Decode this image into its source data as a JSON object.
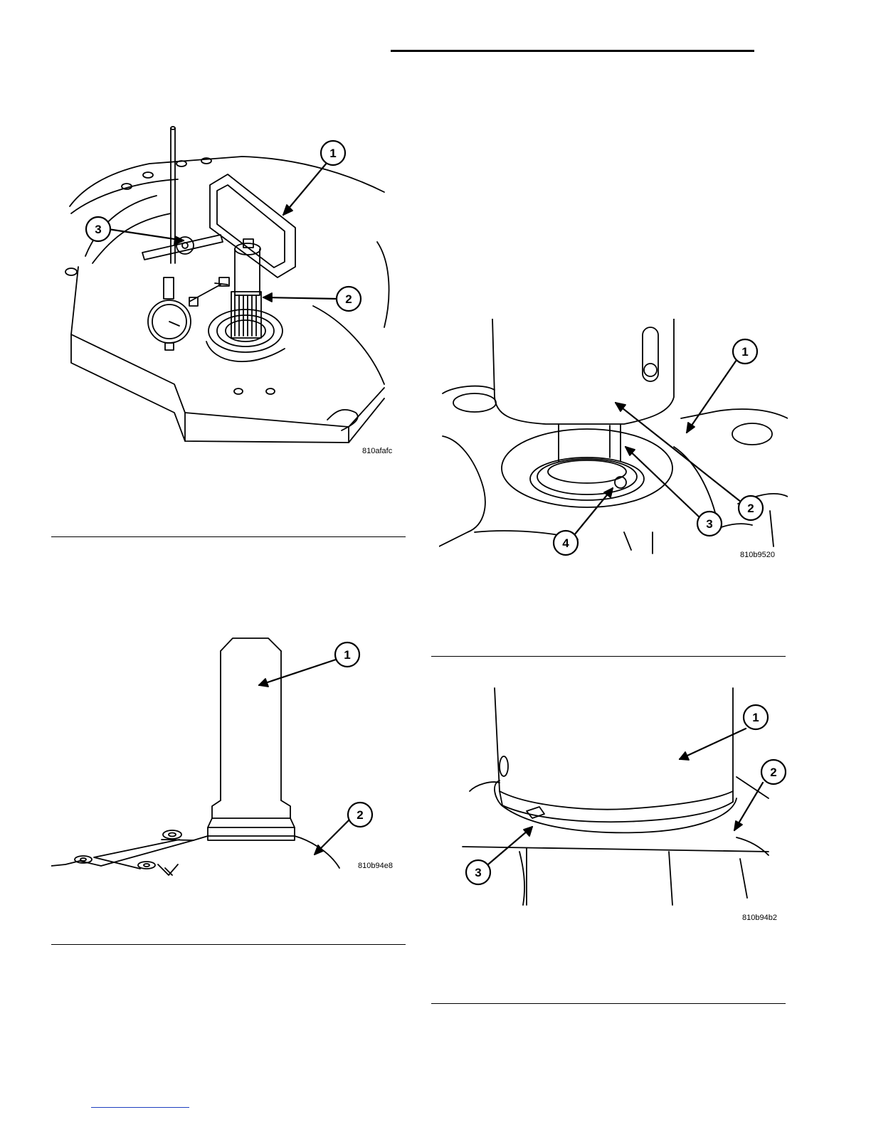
{
  "figures": [
    {
      "code": "810afafc",
      "callouts": [
        "1",
        "2",
        "3"
      ]
    },
    {
      "code": "810b94e8",
      "callouts": [
        "1",
        "2"
      ]
    },
    {
      "code": "810b9520",
      "callouts": [
        "1",
        "2",
        "3",
        "4"
      ]
    },
    {
      "code": "810b94b2",
      "callouts": [
        "1",
        "2",
        "3"
      ]
    }
  ]
}
